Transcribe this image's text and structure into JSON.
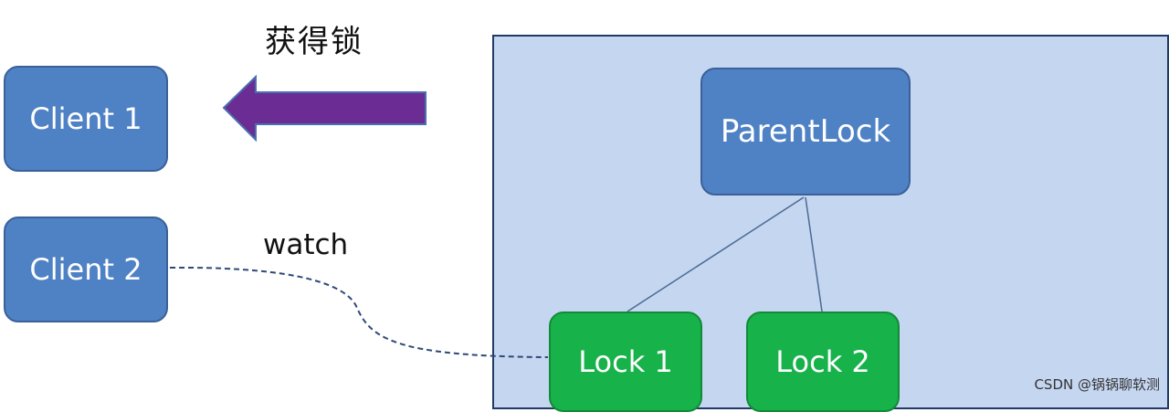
{
  "clients": [
    {
      "label": "Client 1"
    },
    {
      "label": "Client 2"
    }
  ],
  "arrow_label": "获得锁",
  "watch_label": "watch",
  "tree": {
    "parent": "ParentLock",
    "children": [
      "Lock 1",
      "Lock 2"
    ]
  },
  "watermark": "CSDN @锅锅聊软测",
  "colors": {
    "client_blue": "#4f81c5",
    "lock_green": "#18b24a",
    "container": "#c5d6f1",
    "arrow_purple": "#6b2c94"
  }
}
